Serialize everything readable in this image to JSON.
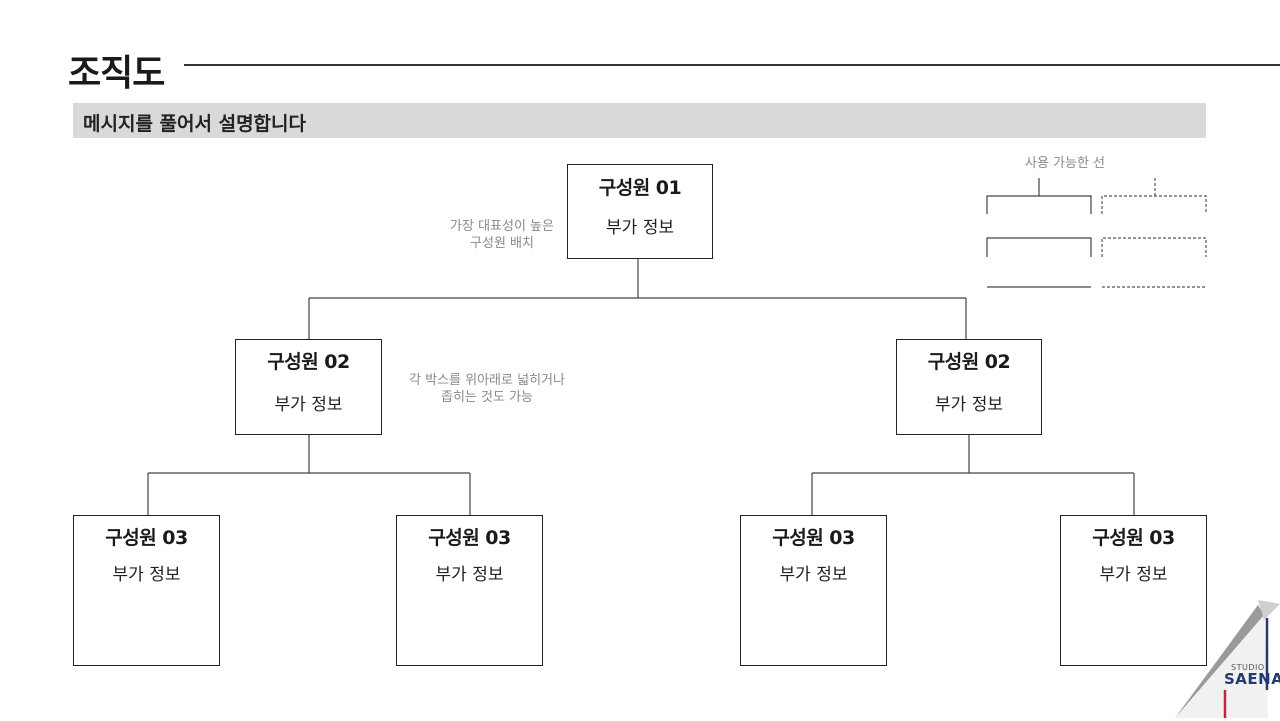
{
  "page": {
    "title": "조직도",
    "subtitle": "메시지를 풀어서 설명합니다"
  },
  "nodes": {
    "root": {
      "name": "구성원 01",
      "info": "부가 정보"
    },
    "left_mid": {
      "name": "구성원 02",
      "info": "부가 정보"
    },
    "right_mid": {
      "name": "구성원 02",
      "info": "부가 정보"
    },
    "leaf_1": {
      "name": "구성원 03",
      "info": "부가 정보"
    },
    "leaf_2": {
      "name": "구성원 03",
      "info": "부가 정보"
    },
    "leaf_3": {
      "name": "구성원 03",
      "info": "부가 정보"
    },
    "leaf_4": {
      "name": "구성원 03",
      "info": "부가 정보"
    }
  },
  "notes": {
    "root_note": "가장 대표성이 높은\n구성원 배치",
    "box_note": "각 박스를 위아래로 넓히거나\n좁히는 것도 가능"
  },
  "legend": {
    "label": "사용 가능한 선"
  },
  "logo": {
    "studio": "STUDIO",
    "name": "SAENA"
  },
  "colors": {
    "line": "#333333",
    "subtitle_bg": "#d9d9d9",
    "note_text": "#8a8a8a",
    "logo_navy": "#223a70",
    "logo_red": "#c0283a"
  }
}
